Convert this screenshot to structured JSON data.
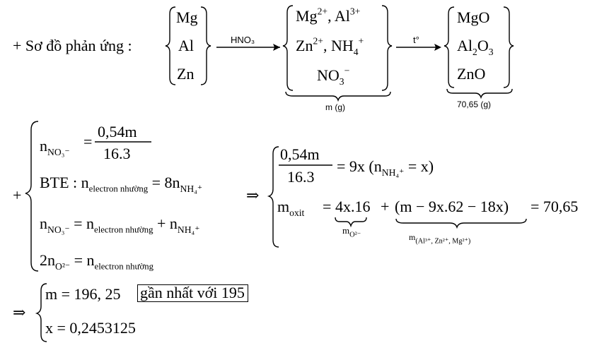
{
  "scheme": {
    "label": "+ Sơ đồ phản ứng :",
    "reactants": [
      "Mg",
      "Al",
      "Zn"
    ],
    "arrow1_reagent": "HNO₃",
    "ions": {
      "row1_a": "Mg",
      "row1_a_charge": "2+",
      "row1_sep": ", ",
      "row1_b": "Al",
      "row1_b_charge": "3+",
      "row2_a": "Zn",
      "row2_a_charge": "2+",
      "row2_sep": ", ",
      "row2_b": "NH",
      "row2_b_sub": "4",
      "row2_b_charge": "+",
      "row3": "NO",
      "row3_sub": "3",
      "row3_charge": "−"
    },
    "ions_mass_label": "m (g)",
    "arrow2_label": "t°",
    "oxides": {
      "mgo": "MgO",
      "al2o3_a": "Al",
      "al2o3_s1": "2",
      "al2o3_b": "O",
      "al2o3_s2": "3",
      "zno": "ZnO"
    },
    "oxides_mass_label": "70,65 (g)"
  },
  "system": {
    "plus": "+",
    "eq1": {
      "lhs": "n",
      "lhs_sub": "NO₃⁻",
      "equals": "=",
      "num": "0,54m",
      "den": "16.3"
    },
    "eq2": {
      "lhs": "BTE : n",
      "lhs_sub": "electron nhường",
      "rhs": "= 8n",
      "rhs_sub": "NH₄⁺"
    },
    "eq3": {
      "lhs": "n",
      "lhs_sub": "NO₃⁻",
      "eq_n": "= n",
      "eq_n_sub": "electron nhường",
      "plus_n": "+ n",
      "plus_n_sub": "NH₄⁺"
    },
    "eq4": {
      "lhs": "2n",
      "lhs_sub": "O²⁻",
      "eq_n": "= n",
      "eq_n_sub": "electron nhường"
    },
    "implies": "⇒",
    "r1": {
      "num": "0,54m",
      "den": "16.3",
      "rhs": "= 9x (n",
      "rhs_sub": "NH₄⁺",
      "rhs_end": "= x)"
    },
    "r2": {
      "lhs": "m",
      "lhs_sub": "oxit",
      "equals": "=",
      "term1": "4x.16",
      "term1_under": "m",
      "term1_under_sub": "O²⁻",
      "plus": "+",
      "term2": "(m − 9x.62 − 18x)",
      "rhs": "= 70,65",
      "term2_under": "m",
      "term2_under_sub": "(Al³⁺, Zn²⁺, Mg²⁺)"
    }
  },
  "result": {
    "implies": "⇒",
    "m": "m = 196, 25",
    "boxed": "gần nhất với 195",
    "x": "x = 0,2453125"
  }
}
